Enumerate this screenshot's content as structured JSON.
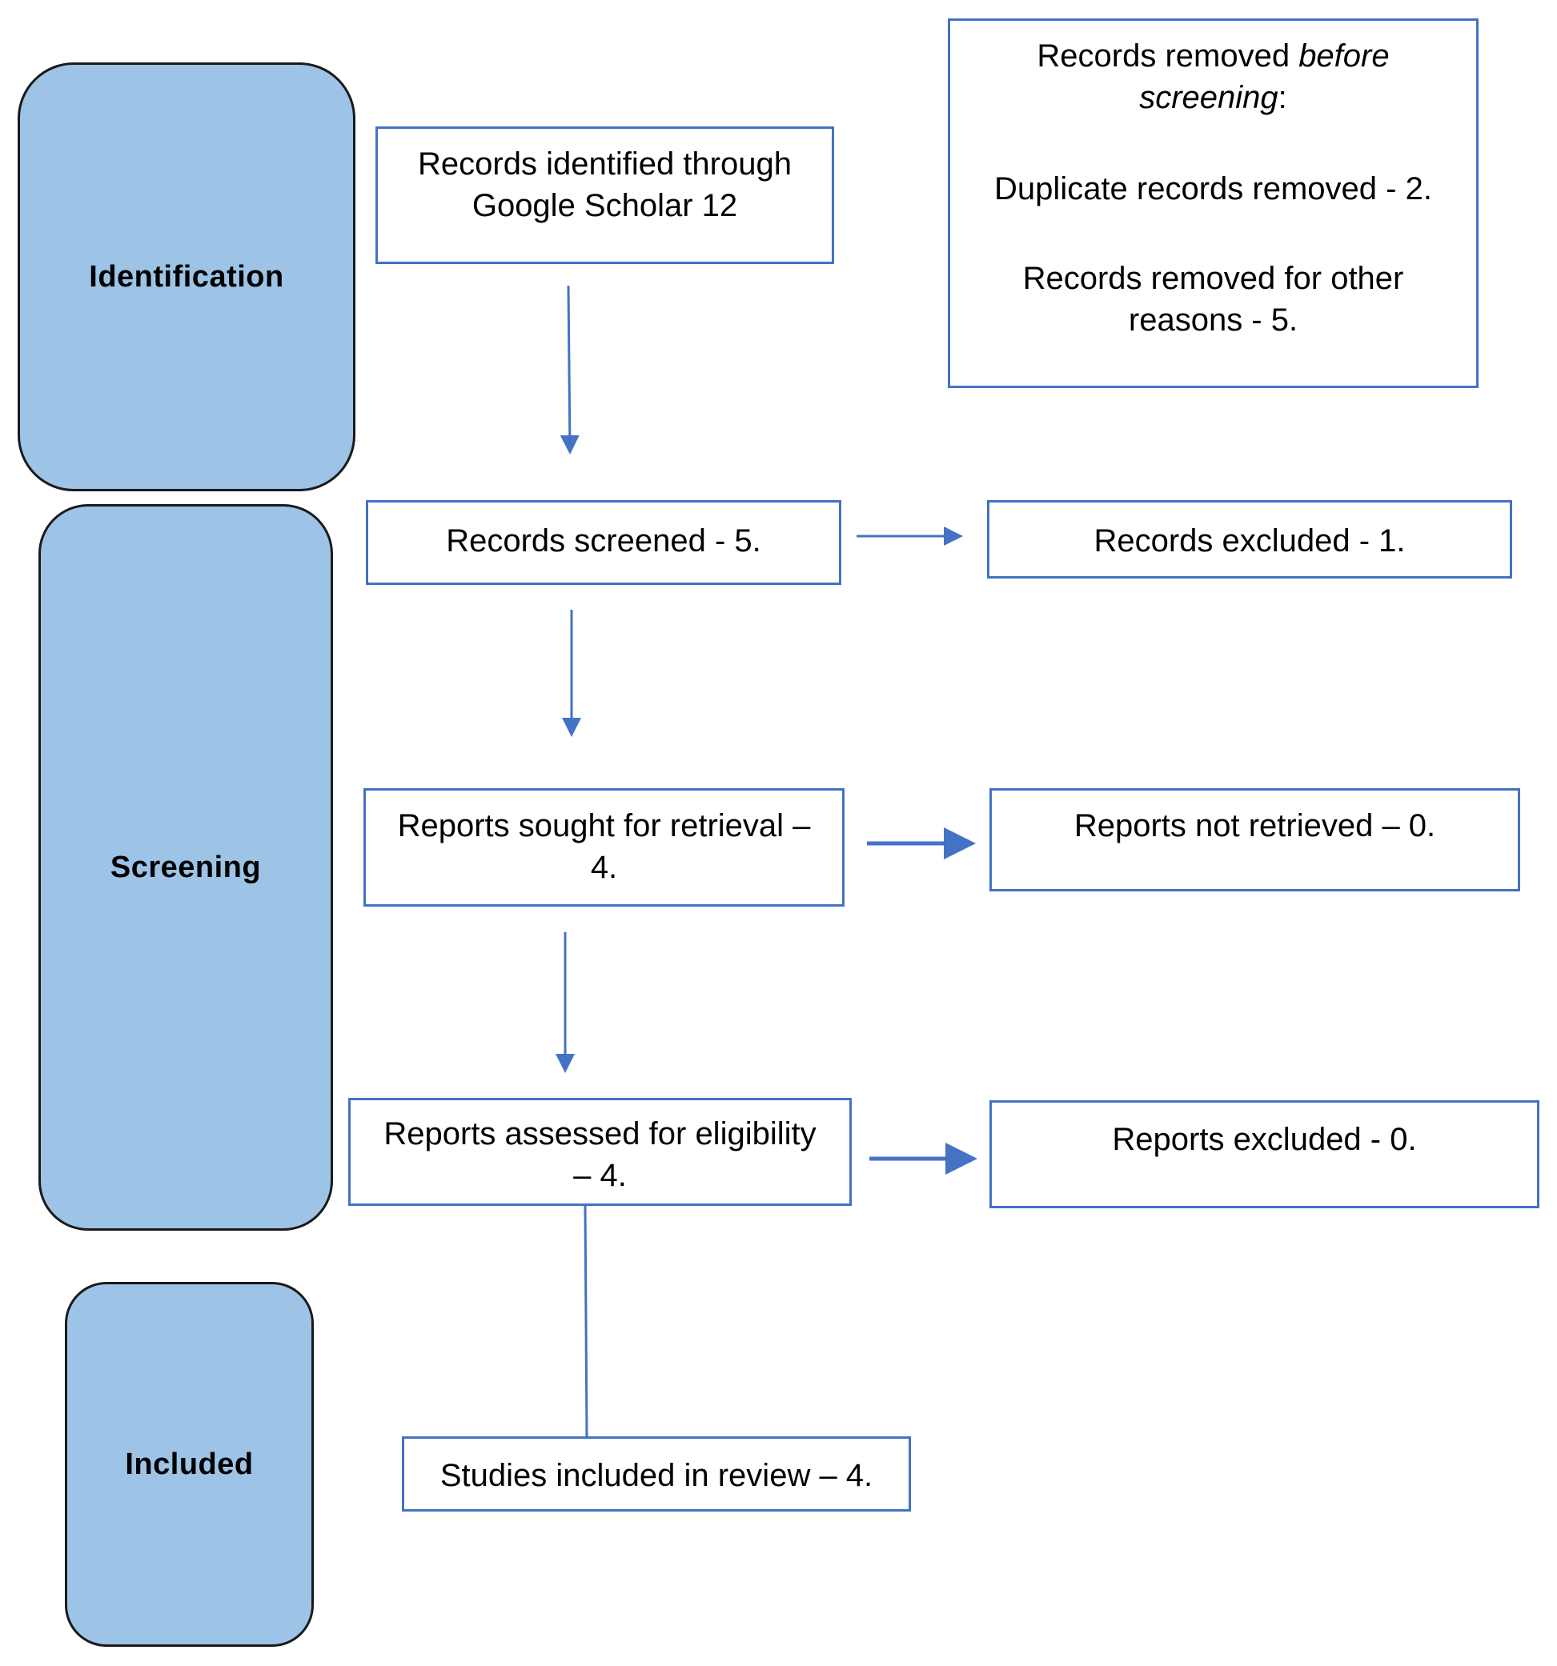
{
  "stages": {
    "identification": "Identification",
    "screening": "Screening",
    "included": "Included"
  },
  "boxes": {
    "identified": "Records identified through Google Scholar 12",
    "removed_before": {
      "line1_prefix": "Records removed ",
      "line1_emph": "before",
      "line2_emph": "screening",
      "line2_suffix": ":",
      "duplicates": "Duplicate records removed - 2.",
      "other": "Records removed for other reasons - 5."
    },
    "screened": "Records screened - 5.",
    "excluded": "Records excluded - 1.",
    "sought": "Reports sought for retrieval – 4.",
    "not_retrieved": "Reports not retrieved – 0.",
    "assessed": "Reports assessed for eligibility – 4.",
    "reports_excluded": "Reports excluded - 0.",
    "included": "Studies included in review – 4."
  },
  "colors": {
    "stage_fill": "#9dc3e6",
    "stage_border": "#1a1a1a",
    "box_border": "#4472c4",
    "arrow": "#4472c4"
  }
}
